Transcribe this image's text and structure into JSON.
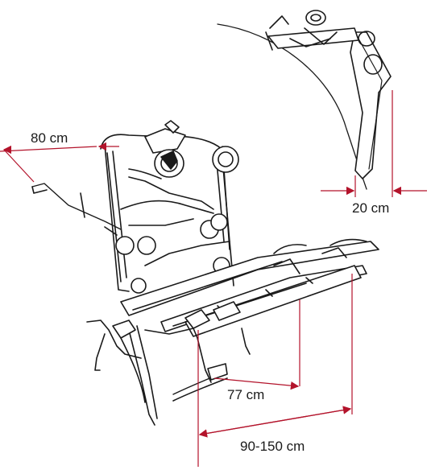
{
  "dimensions": {
    "depth_label": "80 cm",
    "side_clearance_label": "20 cm",
    "rail_spacing_label": "77 cm",
    "width_range_label": "90-150 cm"
  },
  "colors": {
    "dimension_line": "#b3132b",
    "drawing_stroke": "#1a1a1a",
    "background": "#ffffff"
  }
}
